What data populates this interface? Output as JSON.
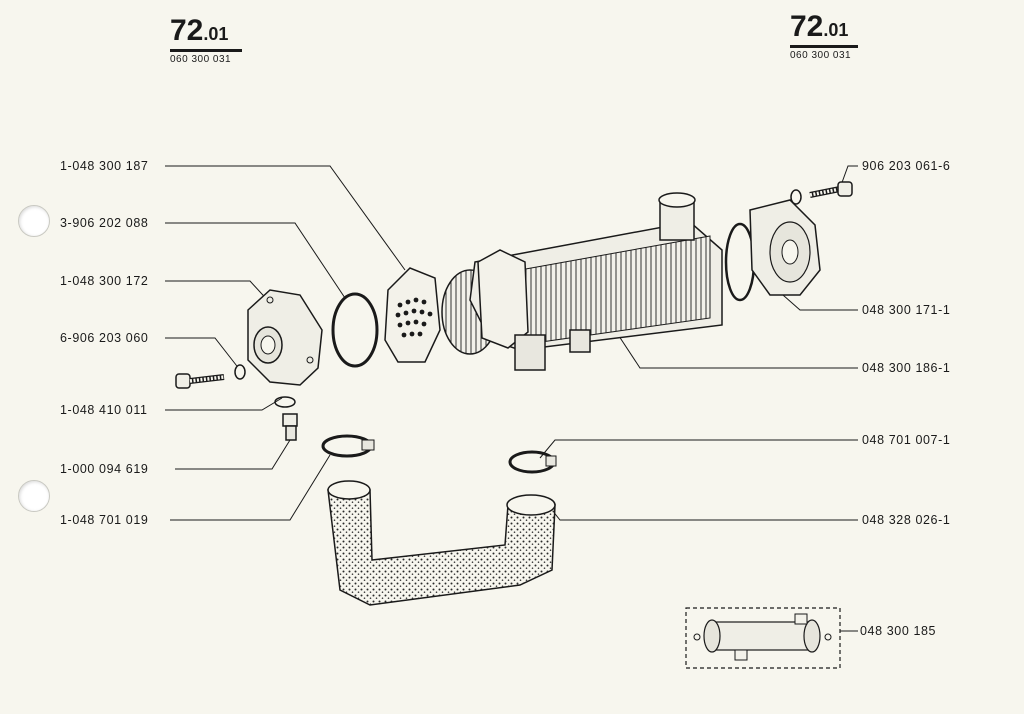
{
  "header": {
    "left": {
      "main": "72",
      "sub": ".01",
      "doc": "060 300 031"
    },
    "right": {
      "main": "72",
      "sub": ".01",
      "doc": "060 300 031"
    }
  },
  "callouts_left": [
    "1-048 300 187",
    "3-906 202 088",
    "1-048 300 172",
    "6-906 203 060",
    "1-048 410 011",
    "1-000 094 619",
    "1-048 701 019"
  ],
  "callouts_right": [
    "906 203 061-6",
    "048 300 171-1",
    "048 300 186-1",
    "048 701 007-1",
    "048 328 026-1"
  ],
  "inset": {
    "part_number": "048 300 185"
  }
}
